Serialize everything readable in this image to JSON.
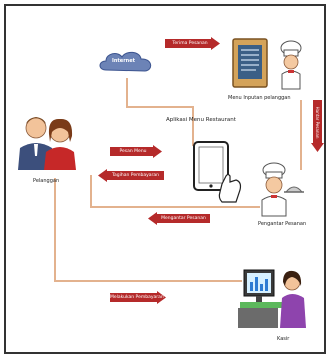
{
  "nodes": {
    "internet": "Internet",
    "menu_inputan": "Menu Inputan pelanggan",
    "aplikasi": "Aplikasi Menu Restaurant",
    "pelanggan": "Pelanggan",
    "pengantar": "Pengantar Pesanan",
    "kasir": "Kasir"
  },
  "arrows": {
    "terima_pesanan": "Terima Pesanan",
    "pesan_menu": "Pesan Menu",
    "tagihan_pembayaran": "Tagihan Pembayaran",
    "mengantar_pesanan": "Mengantar Pesanan",
    "melakukan_pembayaran": "Melakukan Pembayaran",
    "hantar_pesanan": "Hantar Pesanan"
  },
  "colors": {
    "arrow": "#b52a2a",
    "connector": "#e3b28e",
    "frame": "#333333"
  }
}
